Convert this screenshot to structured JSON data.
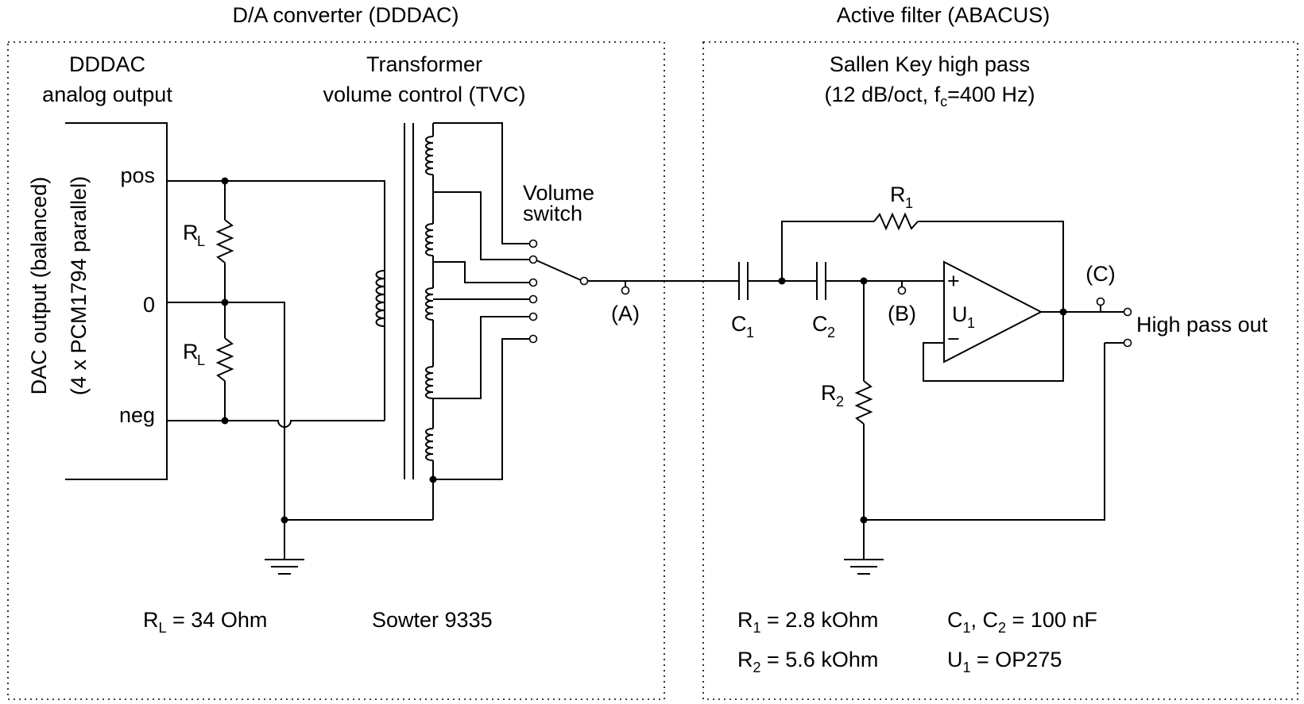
{
  "sections": {
    "dac_title": "D/A converter (DDDAC)",
    "filter_title": "Active filter (ABACUS)"
  },
  "dac": {
    "heading_line1": "DDDAC",
    "heading_line2": "analog output",
    "vertical_label_line1": "DAC output (balanced)",
    "vertical_label_line2": "(4 x PCM1794 parallel)",
    "pos_label": "pos",
    "zero_label": "0",
    "neg_label": "neg",
    "resistor_label": "R",
    "resistor_sub": "L"
  },
  "tvc": {
    "heading_line1": "Transformer",
    "heading_line2": "volume control (TVC)",
    "switch_line1": "Volume",
    "switch_line2": "switch",
    "point_a": "(A)"
  },
  "filter": {
    "heading_line1": "Sallen Key high pass",
    "heading_line2_pre": "(12 dB/oct, f",
    "heading_line2_sub": "c",
    "heading_line2_post": "=400 Hz)",
    "r1_label": "R",
    "r1_sub": "1",
    "r2_label": "R",
    "r2_sub": "2",
    "c1_label": "C",
    "c1_sub": "1",
    "c2_label": "C",
    "c2_sub": "2",
    "u1_label": "U",
    "u1_sub": "1",
    "plus": "+",
    "minus": "−",
    "point_b": "(B)",
    "point_c": "(C)",
    "output_label": "High pass out"
  },
  "specs": {
    "rl_pre": "R",
    "rl_sub": "L",
    "rl_post": " = 34 Ohm",
    "transformer": "Sowter 9335",
    "r1_pre": "R",
    "r1_sub": "1",
    "r1_post": " = 2.8 kOhm",
    "r2_pre": "R",
    "r2_sub": "2",
    "r2_post": " = 5.6 kOhm",
    "c_pre1": "C",
    "c_sub1": "1",
    "c_mid": ", C",
    "c_sub2": "2",
    "c_post": " = 100 nF",
    "u1_pre": "U",
    "u1_sub": "1",
    "u1_post": " = OP275"
  }
}
